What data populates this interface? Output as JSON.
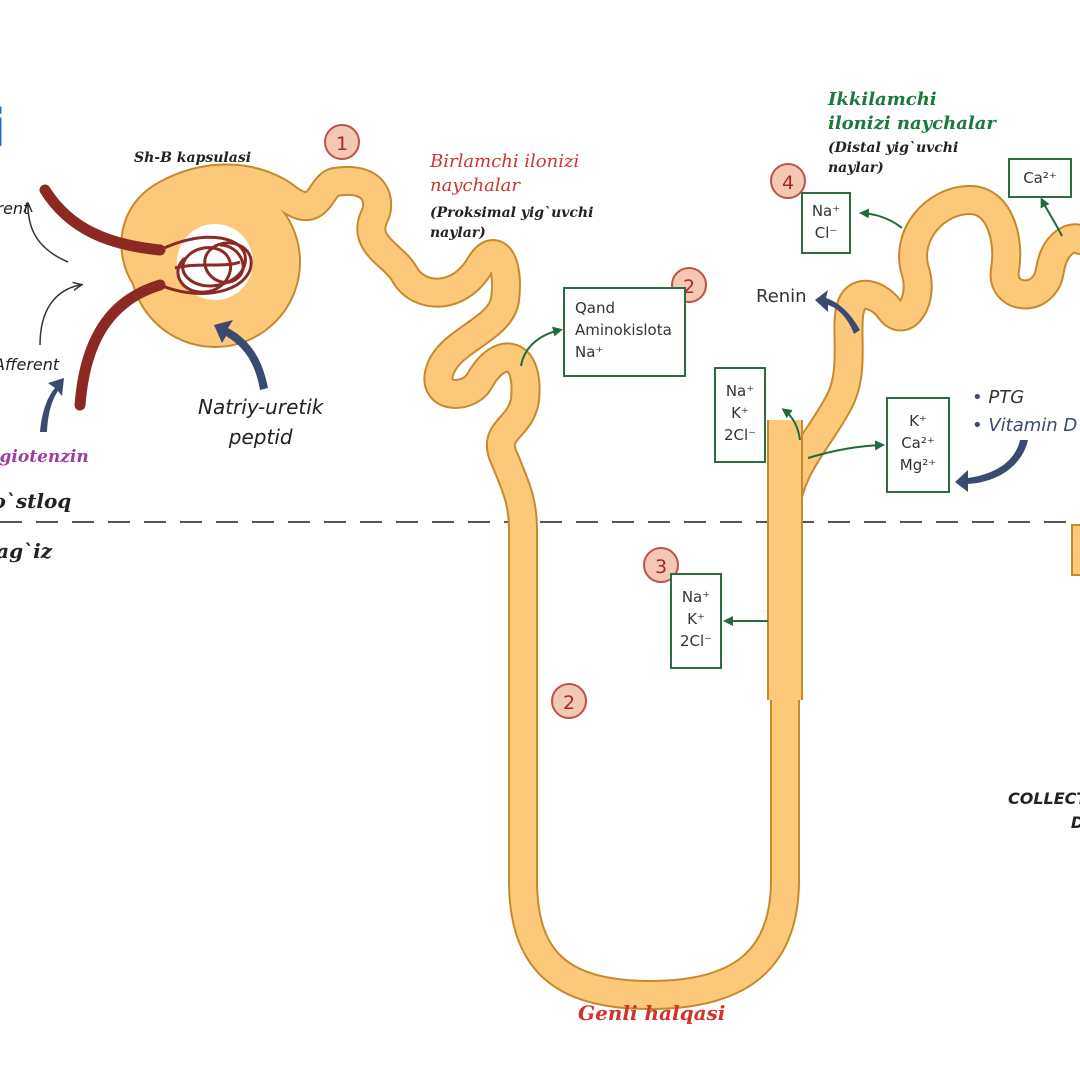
{
  "top_left_fragment": "i",
  "capsule_label": "Sh-B kapsulasi",
  "efferent_label": "Efferent",
  "afferent_label": "Afferent",
  "natriuretic_label": [
    "Natriy-uretik",
    "peptid"
  ],
  "angiotensin_label": "Angiotenzin",
  "cortex_label": "Po`stloq",
  "medulla_label": "Mag`iz",
  "proximal": {
    "title": [
      "Birlamchi ilonizi",
      "naychalar"
    ],
    "subtitle": [
      "(Proksimal yig`uvchi",
      "naylar)"
    ]
  },
  "distal": {
    "title": [
      "Ikkilamchi",
      "ilonizi naychalar"
    ],
    "subtitle": [
      "(Distal yig`uvchi",
      "naylar)"
    ]
  },
  "loop_label": "Genli halqasi",
  "renin_label": "Renin",
  "regulators": [
    "PTG",
    "Vitamin D"
  ],
  "collecting_duct_label": [
    "COLLECTING",
    "DUCT"
  ],
  "markers": [
    "1",
    "2",
    "2",
    "3",
    "4"
  ],
  "boxes": {
    "proximal": [
      "Qand",
      "Aminokislota",
      "Na⁺"
    ],
    "distal_nacl": [
      "Na⁺",
      "Cl⁻"
    ],
    "calcium": [
      "Ca²⁺"
    ],
    "thick_ascending_upper": [
      "Na⁺",
      "K⁺",
      "2Cl⁻"
    ],
    "thick_ascending_lower": [
      "Na⁺",
      "K⁺",
      "2Cl⁻"
    ],
    "divalent": [
      "K⁺",
      "Ca²⁺",
      "Mg²⁺"
    ]
  },
  "colors": {
    "tubule_fill": "#fcc97a",
    "tubule_stroke": "#c68a2c",
    "vessel": "#8b2a22",
    "arrow_green": "#1f6b3d",
    "arrow_navy": "#3a4a70",
    "marker_fill": "#f3c9b4",
    "marker_stroke": "#c05048",
    "red_text": "#d0342c",
    "green_text": "#1a7a3a",
    "purple_text": "#a03ca0"
  }
}
